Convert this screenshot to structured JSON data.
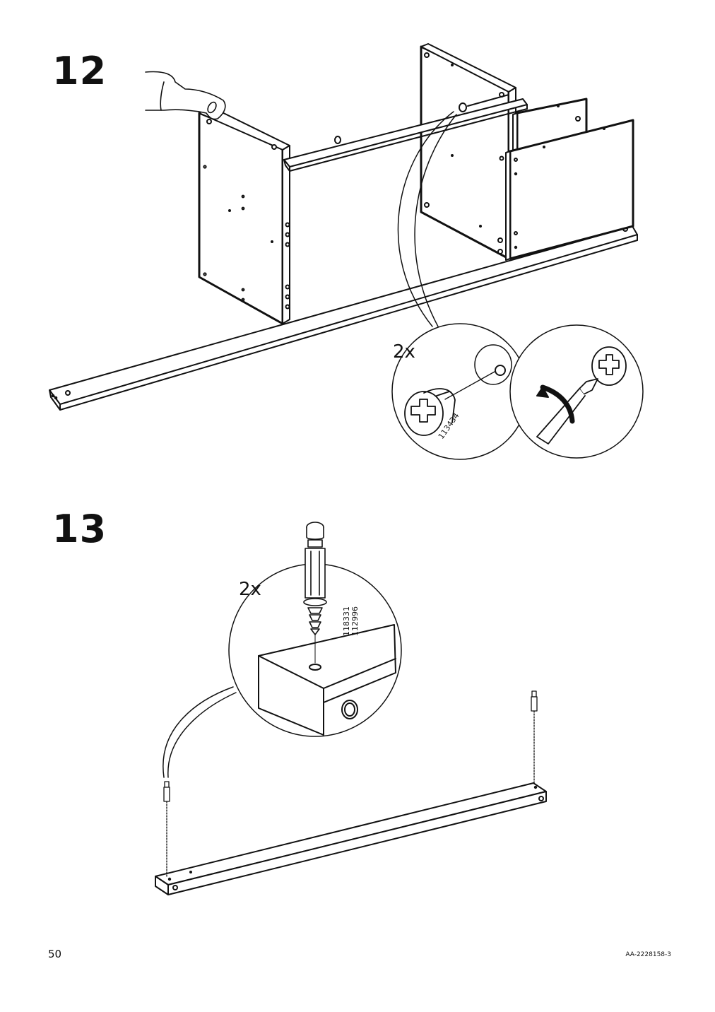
{
  "steps": [
    {
      "number": "12",
      "quantity": "2x",
      "part_numbers": [
        "113434"
      ]
    },
    {
      "number": "13",
      "quantity": "2x",
      "part_numbers": [
        "118331",
        "112996"
      ]
    }
  ],
  "footer": {
    "page_number": "50",
    "document_code": "AA-2228158-3"
  },
  "icons": [
    "hand-icon",
    "cam-lock-icon",
    "screwdriver-icon",
    "rotation-arrow-icon",
    "dowel-icon"
  ],
  "colors": {
    "line": "#111111",
    "background": "#ffffff"
  }
}
